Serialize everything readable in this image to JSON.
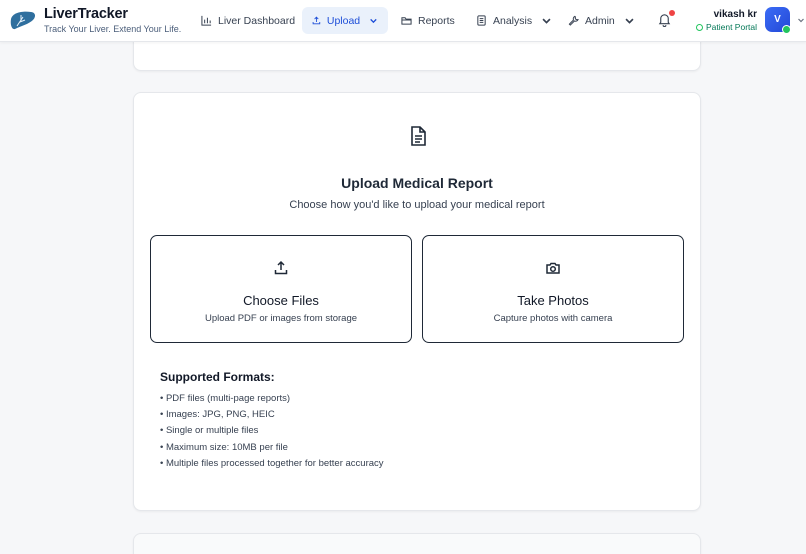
{
  "brand": {
    "title": "LiverTracker",
    "tagline": "Track Your Liver. Extend Your Life."
  },
  "nav": {
    "items": [
      {
        "label": "Liver Dashboard",
        "icon": "bar-chart-icon",
        "active": false,
        "dropdown": false
      },
      {
        "label": "Upload",
        "icon": "upload-icon",
        "active": true,
        "dropdown": true
      },
      {
        "label": "Reports",
        "icon": "folder-icon",
        "active": false,
        "dropdown": false
      },
      {
        "label": "Analysis",
        "icon": "clipboard-icon",
        "active": false,
        "dropdown": true
      },
      {
        "label": "Admin",
        "icon": "wrench-icon",
        "active": false,
        "dropdown": true
      }
    ]
  },
  "notifications": {
    "has_unread": true
  },
  "user": {
    "name": "vikash kr",
    "role": "Patient Portal",
    "avatar_initial": "V",
    "online": true
  },
  "upload": {
    "title": "Upload Medical Report",
    "subtitle": "Choose how you'd like to upload your medical report",
    "options": [
      {
        "title": "Choose Files",
        "subtitle": "Upload PDF or images from storage",
        "icon": "upload-icon"
      },
      {
        "title": "Take Photos",
        "subtitle": "Capture photos with camera",
        "icon": "camera-icon"
      }
    ],
    "formats_title": "Supported Formats:",
    "formats": [
      "PDF files (multi-page reports)",
      "Images: JPG, PNG, HEIC",
      "Single or multiple files",
      "Maximum size: 10MB per file",
      "Multiple files processed together for better accuracy"
    ]
  },
  "colors": {
    "accent": "#1d4ed8",
    "active_nav_bg": "#eaf1fb",
    "online": "#22c55e",
    "alert": "#ef4444",
    "page_bg": "#f6f7f9"
  }
}
